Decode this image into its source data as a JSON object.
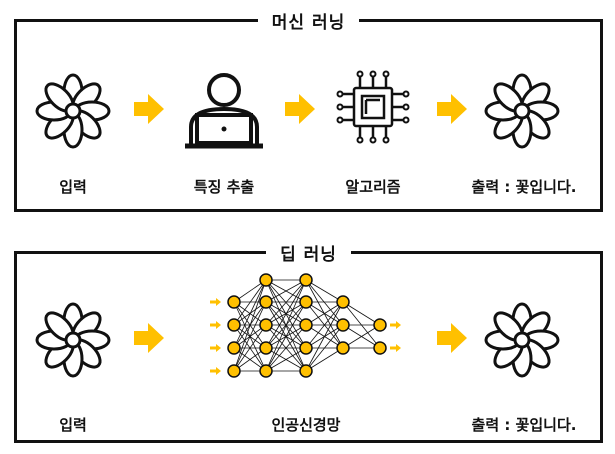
{
  "colors": {
    "accent": "#FFC000",
    "ink": "#111111"
  },
  "machine_learning": {
    "title": "머신 러닝",
    "steps": {
      "input": {
        "label": "입력",
        "icon": "flower-icon"
      },
      "feature_extraction": {
        "label": "특징 추출",
        "icon": "person-laptop-icon"
      },
      "algorithm": {
        "label": "알고리즘",
        "icon": "cpu-chip-icon"
      },
      "output": {
        "label": "출력 : 꽃입니다.",
        "icon": "flower-icon"
      }
    },
    "arrow_icon": "arrow-right-icon"
  },
  "deep_learning": {
    "title": "딥 러닝",
    "steps": {
      "input": {
        "label": "입력",
        "icon": "flower-icon"
      },
      "neural_network": {
        "label": "인공신경망",
        "icon": "neural-network-icon"
      },
      "output": {
        "label": "출력 : 꽃입니다.",
        "icon": "flower-icon"
      }
    },
    "arrow_icon": "arrow-right-icon"
  }
}
